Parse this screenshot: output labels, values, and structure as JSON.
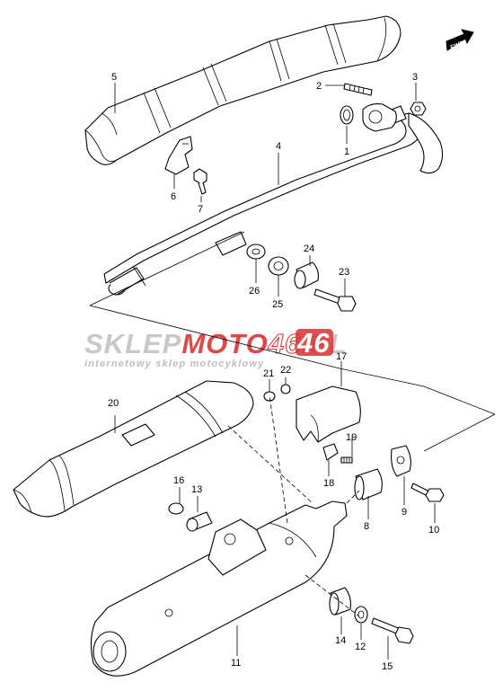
{
  "diagram": {
    "direction_badge": "FWD",
    "callouts": [
      {
        "id": "c1",
        "text": "1"
      },
      {
        "id": "c2",
        "text": "2"
      },
      {
        "id": "c3",
        "text": "3"
      },
      {
        "id": "c4",
        "text": "4"
      },
      {
        "id": "c5",
        "text": "5"
      },
      {
        "id": "c6",
        "text": "6"
      },
      {
        "id": "c7",
        "text": "7"
      },
      {
        "id": "c8",
        "text": "8"
      },
      {
        "id": "c9",
        "text": "9"
      },
      {
        "id": "c10",
        "text": "10"
      },
      {
        "id": "c11",
        "text": "11"
      },
      {
        "id": "c12",
        "text": "12"
      },
      {
        "id": "c13",
        "text": "13"
      },
      {
        "id": "c14",
        "text": "14"
      },
      {
        "id": "c15",
        "text": "15"
      },
      {
        "id": "c16",
        "text": "16"
      },
      {
        "id": "c17",
        "text": "17"
      },
      {
        "id": "c18",
        "text": "18"
      },
      {
        "id": "c19",
        "text": "19"
      },
      {
        "id": "c20",
        "text": "20"
      },
      {
        "id": "c21",
        "text": "21"
      },
      {
        "id": "c22",
        "text": "22"
      },
      {
        "id": "c23",
        "text": "23"
      },
      {
        "id": "c24",
        "text": "24"
      },
      {
        "id": "c25",
        "text": "25"
      },
      {
        "id": "c26",
        "text": "26"
      }
    ]
  },
  "watermark": {
    "brand_part1": "SKLEP",
    "brand_part2": "MOTO",
    "brand_part3": "46",
    "brand_part4": ".PL",
    "tagline": "internetowy sklep motocyklowy",
    "colors": {
      "grey": "#c8c8c8",
      "red": "#e04848",
      "badge": "#d83030"
    }
  }
}
